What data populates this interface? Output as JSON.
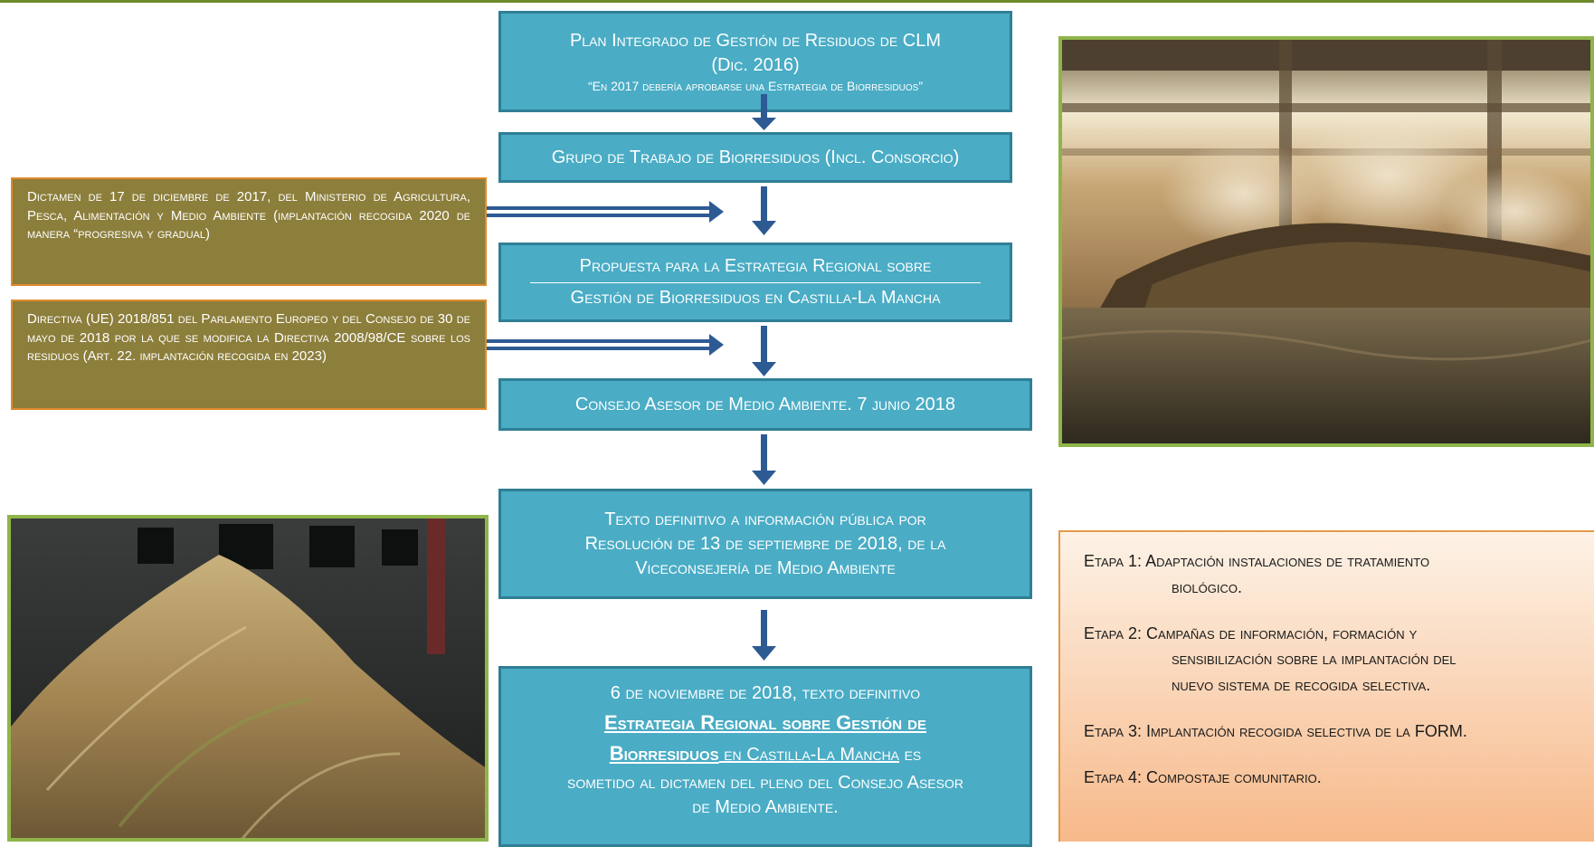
{
  "flow": {
    "box1": {
      "line1": "Plan  Integrado de Gestión de Residuos de CLM",
      "line2": "(Dic. 2016)",
      "quote": "“En 2017 debería aprobarse una Estrategia de Biorresiduos”"
    },
    "box2": "Grupo de Trabajo de Biorresiduos (Incl. Consorcio)",
    "box3": {
      "line1": "Propuesta para la Estrategia Regional sobre",
      "line2": "Gestión de Biorresiduos en Castilla-La Mancha"
    },
    "box4": "Consejo Asesor de Medio Ambiente. 7 junio 2018",
    "box5": {
      "line1": "Texto definitivo a información pública por",
      "line2": "Resolución de 13 de septiembre de 2018, de la",
      "line3": "Viceconsejería de Medio Ambiente"
    },
    "box6": {
      "line1": "6 de noviembre de 2018, texto definitivo",
      "bold1": "Estrategia Regional sobre Gestión de",
      "bold2": "Biorresiduos",
      "after_bold2": " en Castilla-La Mancha",
      "after_plain": " es",
      "line4": "sometido al dictamen del pleno del Consejo Asesor",
      "line5": "de Medio Ambiente."
    }
  },
  "side_notes": {
    "dictamen": "Dictamen de 17 de diciembre de 2017, del Ministerio de Agricultura, Pesca, Alimentación y Medio Ambiente (implantación  recogida 2020 de manera “progresiva y gradual)",
    "directiva": "Directiva (UE) 2018/851 del Parlamento Europeo y del Consejo de 30 de mayo de 2018 por la que se modifica la Directiva 2008/98/CE sobre los residuos (Art. 22. implantación recogida en 2023)"
  },
  "etapas": [
    {
      "label": "Etapa 1: ",
      "text": "Adaptación instalaciones de tratamiento",
      "cont": [
        "biológico."
      ]
    },
    {
      "label": "Etapa 2: ",
      "text": "Campañas de información, formación y",
      "cont": [
        "sensibilización sobre la implantación del",
        "nuevo  sistema de recogida selectiva."
      ]
    },
    {
      "label": "Etapa 3: ",
      "text": "Implantación recogida selectiva de la FORM.",
      "cont": []
    },
    {
      "label": "Etapa 4: ",
      "text": "Compostaje comunitario.",
      "cont": []
    }
  ],
  "colors": {
    "box_fill": "#4aacc5",
    "box_border": "#2f7f95",
    "arrow": "#2e5a94",
    "note_fill": "#8c7e3b",
    "note_border": "#e08a2a",
    "photo_frame": "#8fb54a",
    "etapa_fill_top": "#fdf2e6",
    "etapa_fill_bottom": "#f7b98a"
  }
}
